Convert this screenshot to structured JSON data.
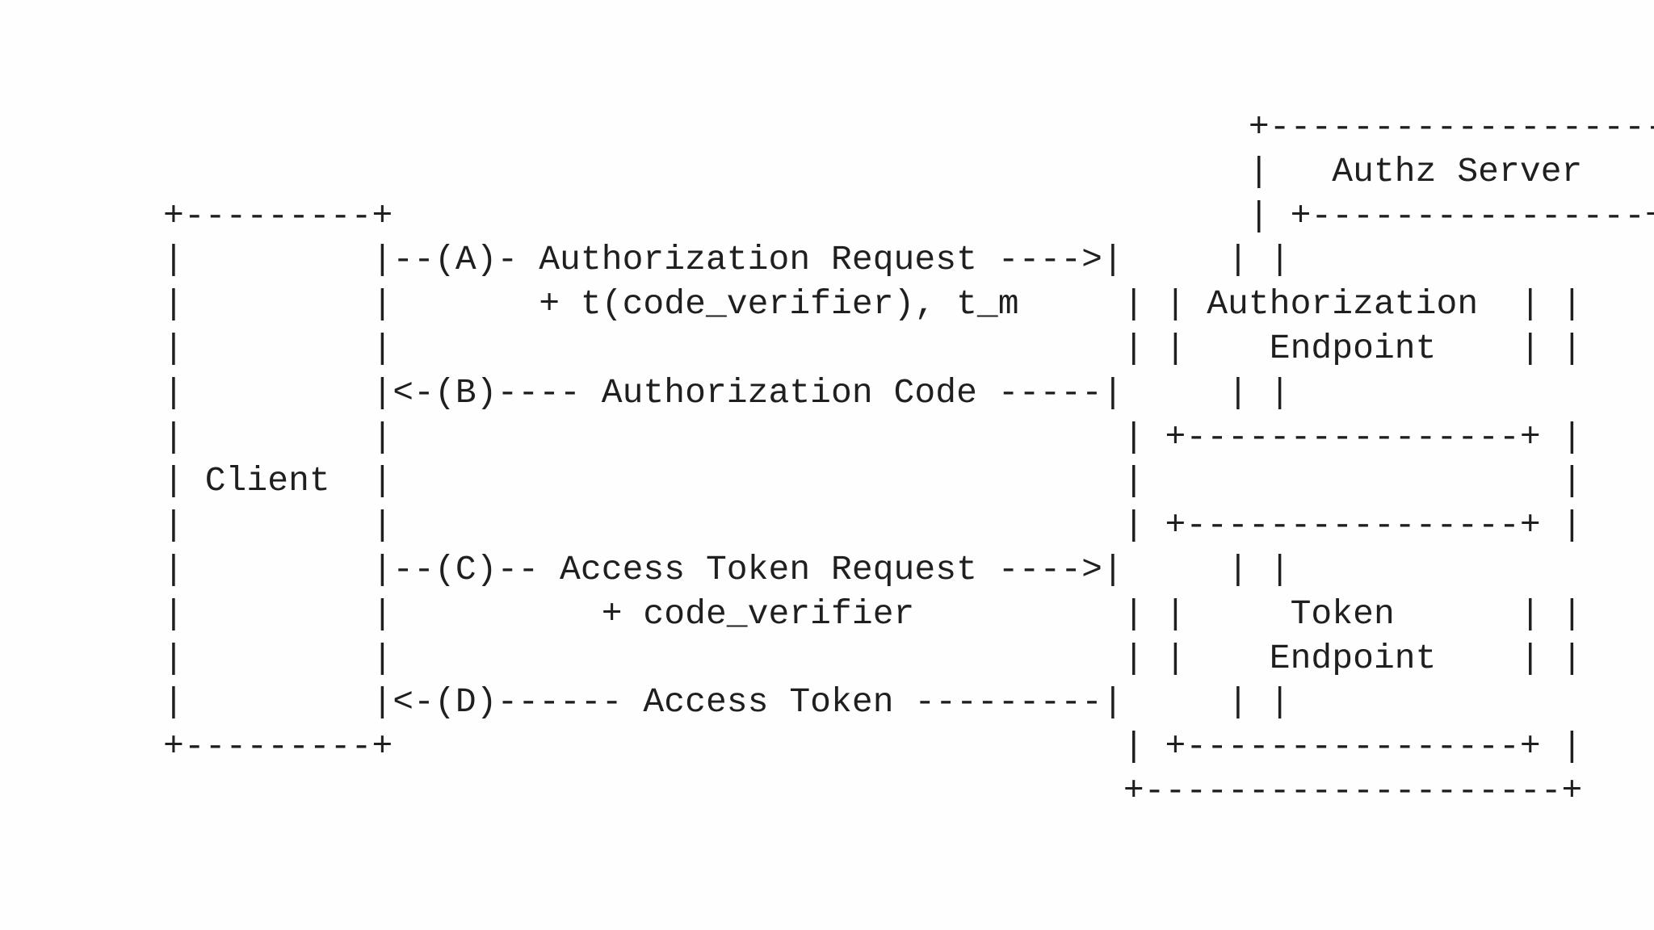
{
  "diagram": {
    "lines": [
      "                                                    +--------------------+",
      "                                                    |   Authz Server     |",
      "+---------+                                         | +----------------+ |",
      "|         |--(A)- Authorization Request ---->|     | |",
      "|         |       + t(code_verifier), t_m     | | Authorization  | |",
      "|         |                                   | |    Endpoint    | |",
      "|         |<-(B)---- Authorization Code -----|     | |",
      "|         |                                   | +----------------+ |",
      "| Client  |                                   |                    |",
      "|         |                                   | +----------------+ |",
      "|         |--(C)-- Access Token Request ---->|     | |",
      "|         |          + code_verifier          | |     Token      | |",
      "|         |                                   | |    Endpoint    | |",
      "|         |<-(D)------ Access Token ---------|     | |",
      "+---------+                                   | +----------------+ |",
      "                                              +--------------------+"
    ]
  }
}
